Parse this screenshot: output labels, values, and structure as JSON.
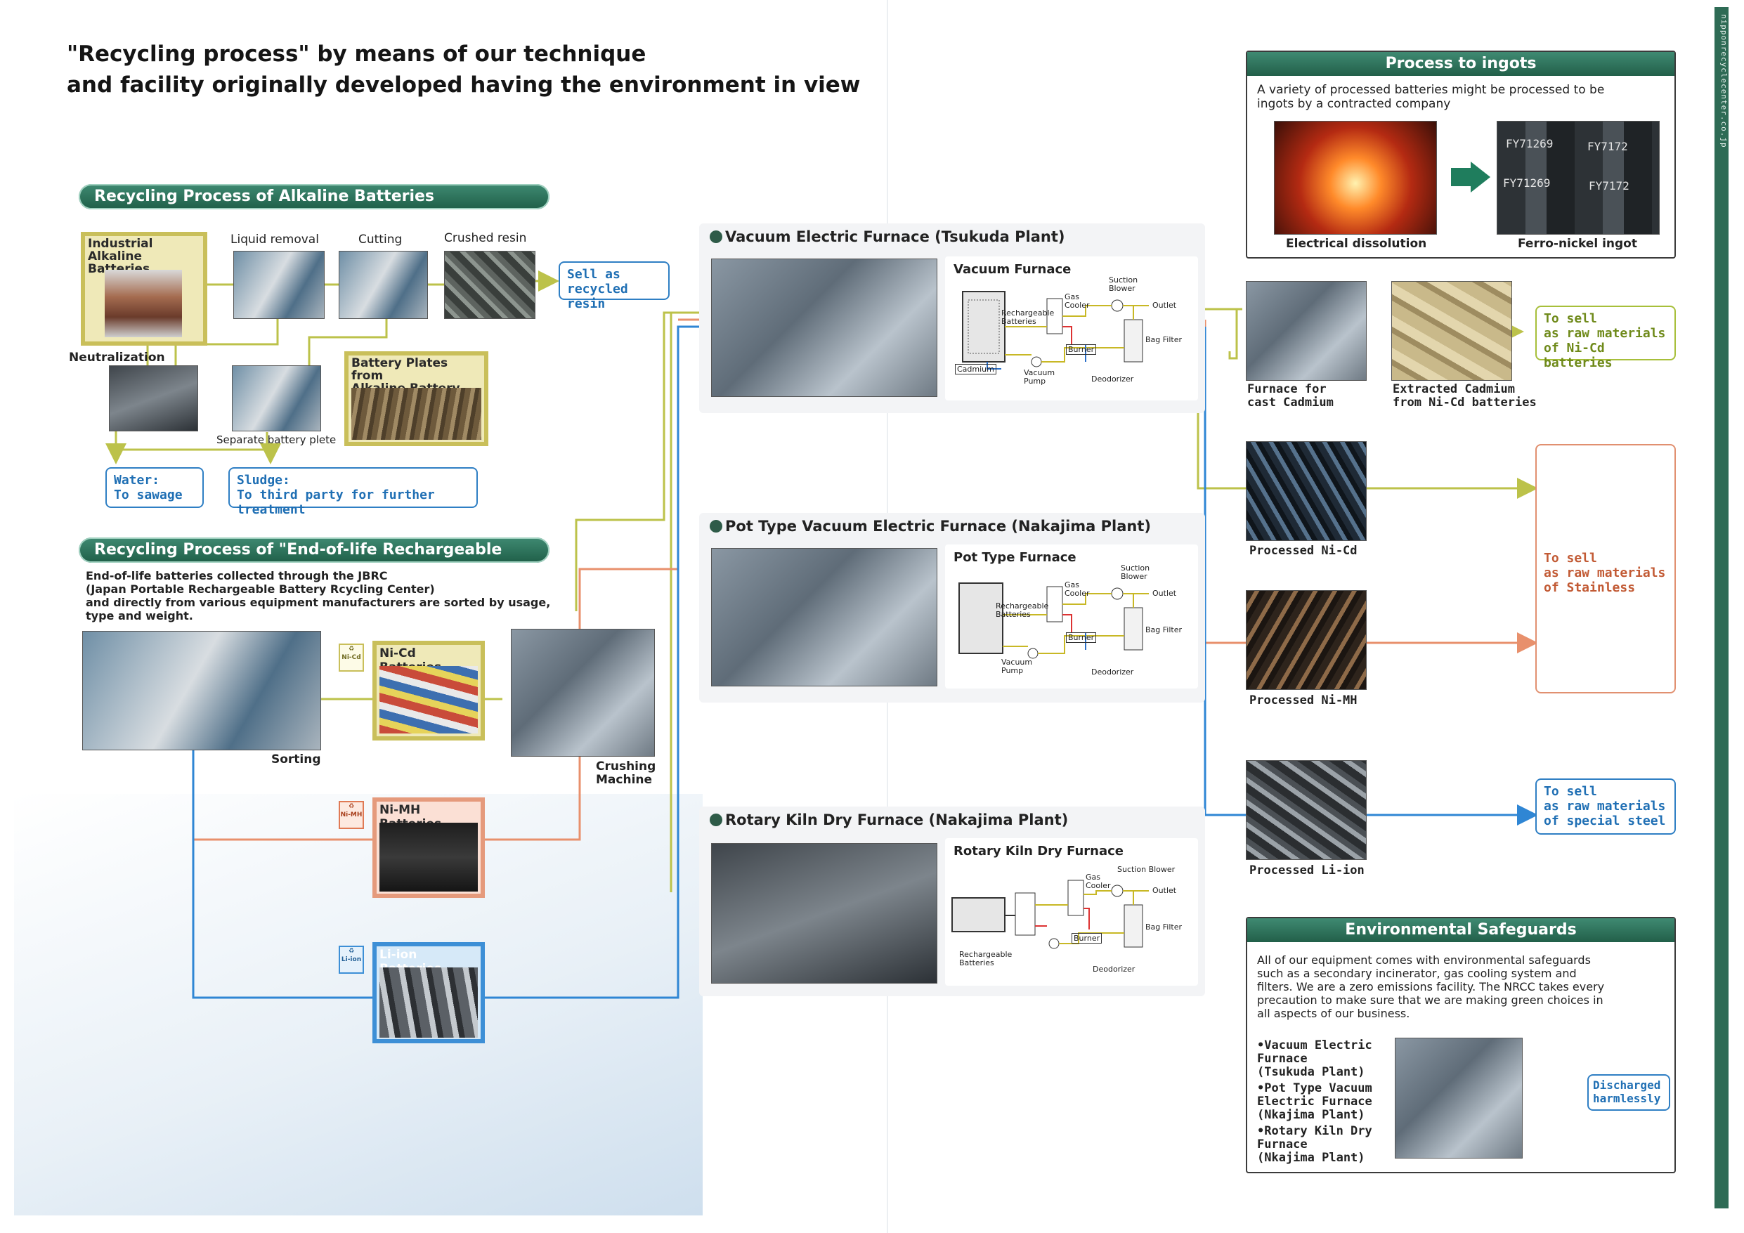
{
  "title": "\"Recycling process\" by means of our technique\nand facility originally developed having the environment in view",
  "alkaline": {
    "header": "Recycling Process of Alkaline Batteries",
    "industrial": "Industrial Alkaline\nBatteries",
    "liquid_removal": "Liquid removal",
    "cutting": "Cutting",
    "crushed_resin": "Crushed resin",
    "sell_resin": "Sell as\nrecycled resin",
    "neutralization": "Neutralization",
    "battery_plates": "Battery Plates from\nAlkaline Battery",
    "separate": "Separate battery plete",
    "water": "Water:\nTo sawage",
    "sludge": "Sludge:\nTo third party for further treatment"
  },
  "rechargeable": {
    "header": "Recycling Process of \"End-of-life Rechargeable Batteries\"",
    "description": "End-of-life batteries collected through the JBRC\n (Japan Portable Rechargeable Battery Rcycling Center)\nand directly from various equipment manufacturers are sorted by usage,\ntype and weight.",
    "sorting": "Sorting",
    "crushing": "Crushing\nMachine",
    "nicd": "Ni-Cd Batteries",
    "nimh": "Ni-MH Batteries",
    "liion": "Li-ion Batteries",
    "nicd_icon": "Ni-Cd",
    "nimh_icon": "Ni-MH",
    "liion_icon": "Li-ion"
  },
  "furnaces": [
    {
      "title": "Vacuum Electric Furnace (Tsukuda Plant)",
      "diagram_title": "Vacuum Furnace",
      "labels": {
        "blower": "Suction\nBlower",
        "outlet": "Outlet",
        "cooler": "Gas\nCooler",
        "batteries": "Rechargeable\nBatteries",
        "filter": "Bag Filter",
        "cadmium": "Cadmium",
        "burner": "Burner",
        "pump": "Vacuum\nPump",
        "deodorizer": "Deodorizer"
      }
    },
    {
      "title": "Pot Type Vacuum Electric Furnace (Nakajima Plant)",
      "diagram_title": "Pot Type Furnace",
      "labels": {
        "blower": "Suction\nBlower",
        "outlet": "Outlet",
        "cooler": "Gas\nCooler",
        "batteries": "Rechargeable\nBatteries",
        "filter": "Bag Filter",
        "burner": "Burner",
        "pump": "Vacuum\nPump",
        "deodorizer": "Deodorizer"
      }
    },
    {
      "title": "Rotary Kiln Dry Furnace (Nakajima Plant)",
      "diagram_title": "Rotary Kiln Dry Furnace",
      "labels": {
        "blower": "Suction Blower",
        "outlet": "Outlet",
        "cooler": "Gas\nCooler",
        "batteries": "Rechargeable\nBatteries",
        "filter": "Bag Filter",
        "burner": "Burner",
        "deodorizer": "Deodorizer"
      }
    }
  ],
  "ingots": {
    "header": "Process to ingots",
    "description": "A variety of processed batteries might be processed to be\ningots by a contracted company",
    "electrical": "Electrical dissolution",
    "ferro": "Ferro-nickel ingot",
    "ingot_marks": [
      "FY71269",
      "FY7172",
      "FY71269",
      "FY7172"
    ]
  },
  "outputs": {
    "furnace_cadmium": "Furnace for\ncast Cadmium",
    "extracted_cadmium": "Extracted Cadmium\nfrom Ni-Cd batteries",
    "sell_nicd": "To sell\nas raw materials\nof Ni-Cd batteries",
    "processed_nicd": "Processed Ni-Cd",
    "processed_nimh": "Processed Ni-MH",
    "processed_liion": "Processed Li-ion",
    "sell_stainless": "To sell\nas raw materials\nof Stainless",
    "sell_steel": "To sell\nas raw materials\nof special steel"
  },
  "safeguards": {
    "header": "Environmental Safeguards",
    "description": "All of our equipment comes with environmental safeguards\nsuch as a secondary incinerator, gas cooling system and\nfilters. We are a zero emissions facility. The NRCC takes every\nprecaution to make sure that we are making green choices in\nall aspects of our business.",
    "items": [
      "•Vacuum Electric\n  Furnace\n  (Tsukuda Plant)",
      "•Pot Type Vacuum\n  Electric Furnace\n  (Nkajima Plant)",
      "•Rotary Kiln Dry\n  Furnace\n  (Nkajima Plant)"
    ],
    "discharged": "Discharged\nharmlessly"
  },
  "side_text": "nipponrecyclecenter.co.jp",
  "colors": {
    "yellow_green": "#bcc24a",
    "orange": "#e8906c",
    "blue": "#2f86d4",
    "header_green": "#2b6e56"
  }
}
